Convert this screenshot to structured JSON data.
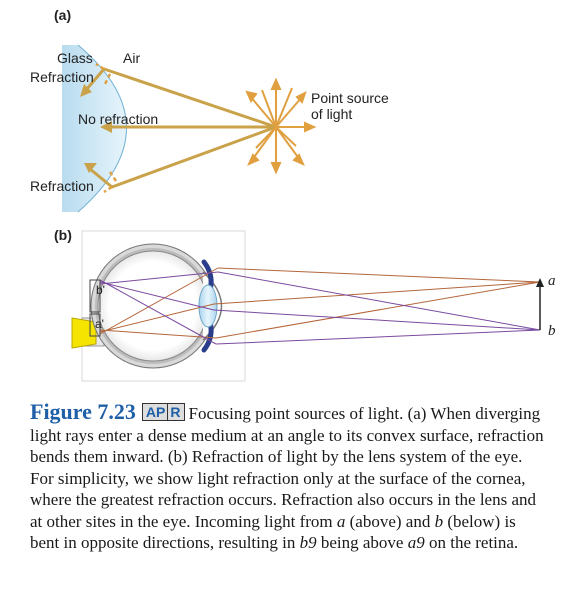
{
  "panel_a": {
    "label": "(a)",
    "glass": "Glass",
    "air": "Air",
    "refraction_top": "Refraction",
    "no_refraction": "No refraction",
    "refraction_bottom": "Refraction",
    "point_source_1": "Point source",
    "point_source_2": "of light"
  },
  "panel_b": {
    "label": "(b)",
    "a": "a",
    "b": "b",
    "b_prime": "b'",
    "a_prime": "a'"
  },
  "caption": {
    "figure": "Figure 7.23",
    "apr_left": "AP",
    "apr_right": "R",
    "text_1": "Focusing point sources of light. (a) When diverging light rays enter a dense medium at an angle to its convex surface, refraction bends them inward. (b) Refraction of light by the lens system of the eye. For simplicity, we show light refraction only at the surface of the cornea, where the greatest refraction occurs. Refraction also occurs in the lens and at other sites in the eye. Incoming light from ",
    "a_var": "a",
    "text_2": " (above) and ",
    "b_var": "b",
    "text_3": " (below) is bent in opposite directions, resulting in ",
    "b_prime_var": "b9",
    "text_4": " being above ",
    "a_prime_var": "a9",
    "text_5": " on the retina."
  },
  "colors": {
    "glass": "#cfe8f4",
    "glass_edge": "#7cb8d8",
    "ray": "#c9a24a",
    "ray_orange": "#e0a040",
    "ray_brown": "#b5663a",
    "ray_purple": "#7a4aa0",
    "caption_title": "#1f5fa8"
  }
}
